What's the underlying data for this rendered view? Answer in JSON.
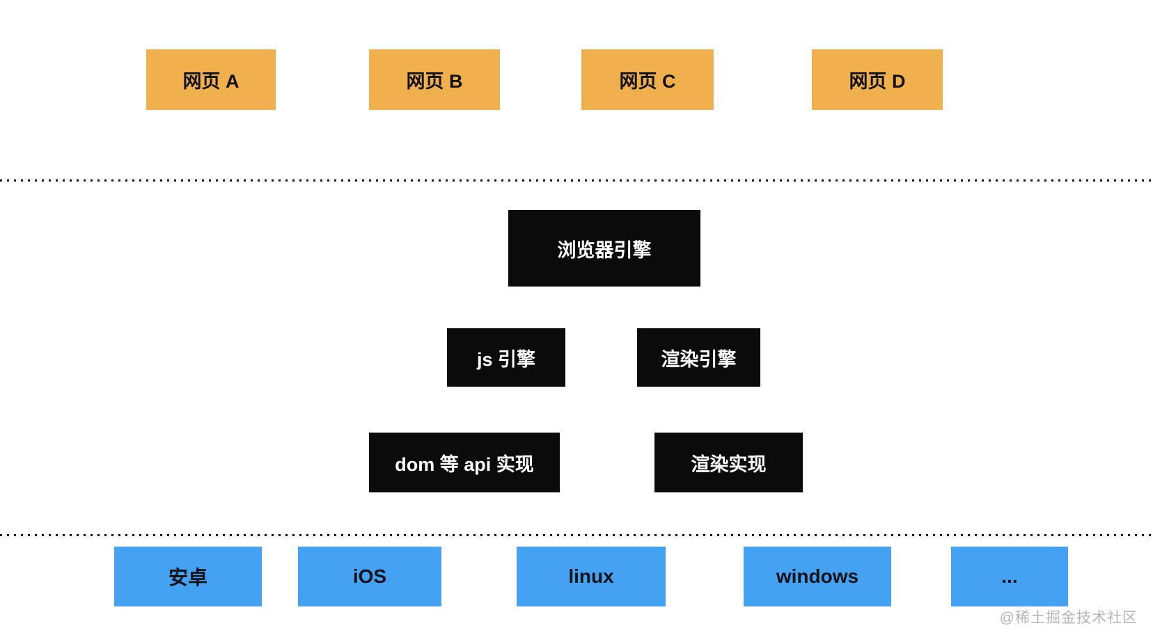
{
  "diagram": {
    "web_pages": [
      "网页 A",
      "网页 B",
      "网页 C",
      "网页 D"
    ],
    "browser_engine": "浏览器引擎",
    "engines": [
      "js 引擎",
      "渲染引擎"
    ],
    "implementations": [
      "dom 等 api 实现",
      "渲染实现"
    ],
    "platforms": [
      "安卓",
      "iOS",
      "linux",
      "windows",
      "..."
    ]
  },
  "watermark": "@稀土掘金技术社区",
  "colors": {
    "background": "#FFFFFF",
    "orange": "#F0B04E",
    "black": "#0B0B0B",
    "blue": "#45A1F2",
    "dot": "#111111",
    "watermark_gray": "#B5B5B5"
  }
}
